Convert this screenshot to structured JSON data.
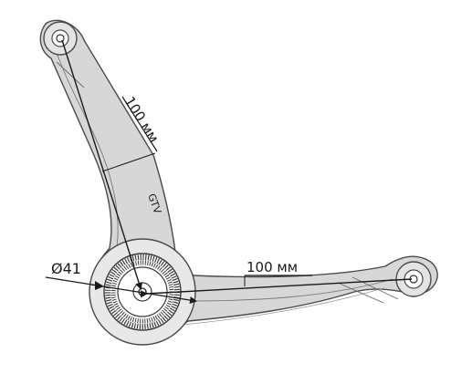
{
  "diagram": {
    "dimension_upper": "100 мм",
    "dimension_lower": "100 мм",
    "diameter": "Ø41",
    "part_marking": "GTV"
  },
  "colors": {
    "body_fill": "#d7d7d7",
    "outline": "#4a4a4a",
    "dimension_line": "#1a1a1a",
    "bushing_ring": "#3a3a3a",
    "background": "#ffffff"
  }
}
